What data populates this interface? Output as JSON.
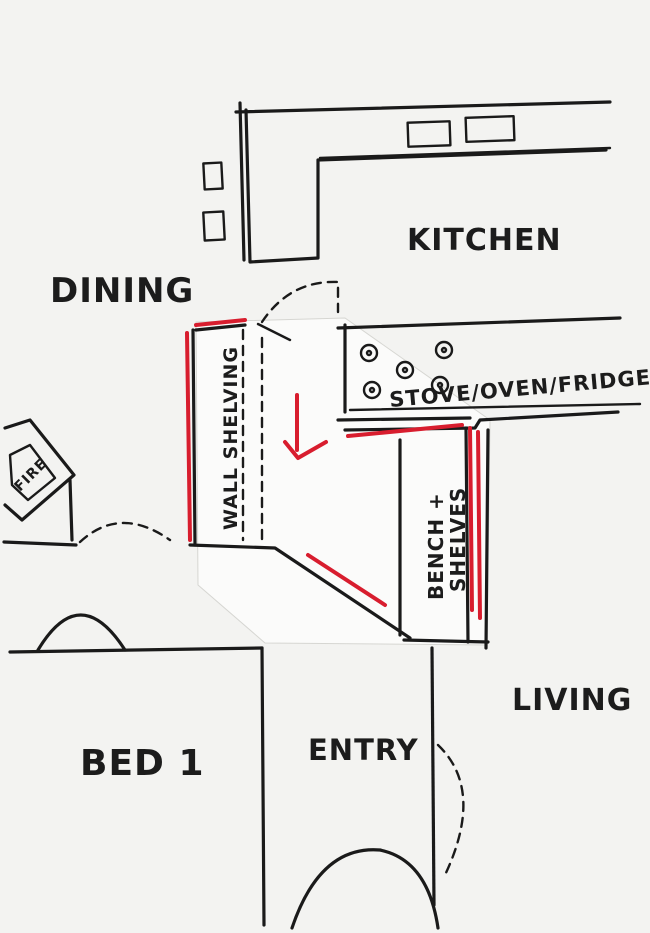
{
  "labels": {
    "kitchen": "KITCHEN",
    "dining": "DINING",
    "stove_oven_fridge": "STOVE/OVEN/FRIDGE",
    "wall_shelving": "WALL SHELVING",
    "bench_shelves_line1": "BENCH +",
    "bench_shelves_line2": "SHELVES",
    "fire": "FIRE",
    "living": "LIVING",
    "bed_1": "BED 1",
    "entry": "ENTRY"
  },
  "colors": {
    "ink": "#1a1a1a",
    "highlight": "#d81d2e",
    "paper": "#f3f3f1",
    "patch": "#fbfbfa"
  }
}
